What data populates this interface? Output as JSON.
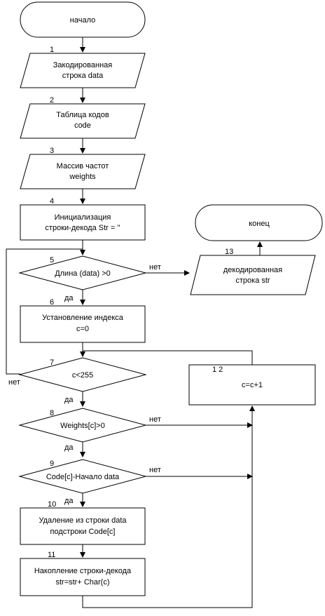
{
  "flowchart": {
    "start_label": "начало",
    "end_label": "конец",
    "b1": {
      "num": "1",
      "line1": "Закодированная",
      "line2": "строка data"
    },
    "b2": {
      "num": "2",
      "line1": "Таблица кодов",
      "line2": "code"
    },
    "b3": {
      "num": "3",
      "line1": "Массив частот",
      "line2": "weights"
    },
    "b4": {
      "num": "4",
      "line1": "Инициализация",
      "line2": "строки-декода Str = ''"
    },
    "b5": {
      "num": "5",
      "text": "Длина (data) >0"
    },
    "b6": {
      "num": "6",
      "line1": "Установление индекса",
      "line2": "c=0"
    },
    "b7": {
      "num": "7",
      "text": "c<255"
    },
    "b8": {
      "num": "8",
      "text": "Weights[c]>0"
    },
    "b9": {
      "num": "9",
      "text": "Code[c]-Начало data"
    },
    "b10": {
      "num": "10",
      "line1": "Удаление из строки data",
      "line2": "подстроки Code[c]"
    },
    "b11": {
      "num": "11",
      "line1": "Накопление строки-декода",
      "line2": "str=str+ Char(c)"
    },
    "b12": {
      "num": "1 2",
      "text": "c=c+1"
    },
    "b13": {
      "num": "13",
      "line1": "декодированная",
      "line2": "строка str"
    },
    "labels": {
      "yes": "да",
      "no": "нет"
    }
  }
}
